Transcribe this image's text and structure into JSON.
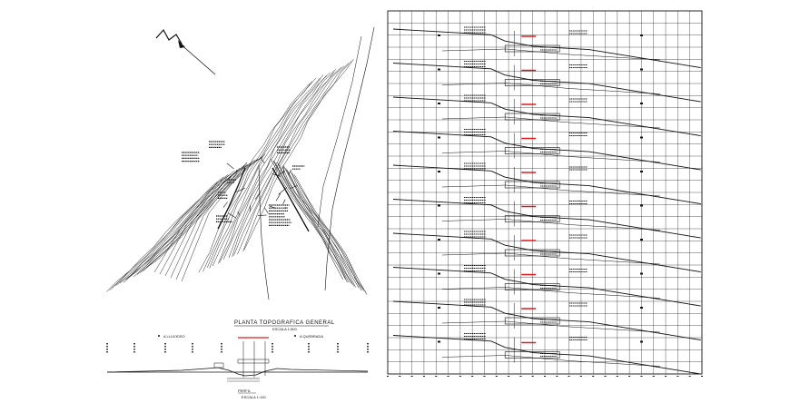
{
  "plan": {
    "title": "PLANTA TOPOGRAFICA GENERAL",
    "scale": "ESCALA 1:500"
  },
  "profile": {
    "title": "PERFIL",
    "scale": "ESCALA 1:100",
    "left_label": "A LLUVIOSO",
    "right_label": "A QUEBRADA"
  },
  "colors": {
    "ink": "#111111",
    "accent": "#e21a1a",
    "paper": "#ffffff"
  },
  "icons": {
    "north_arrow": "north-arrow-icon"
  }
}
